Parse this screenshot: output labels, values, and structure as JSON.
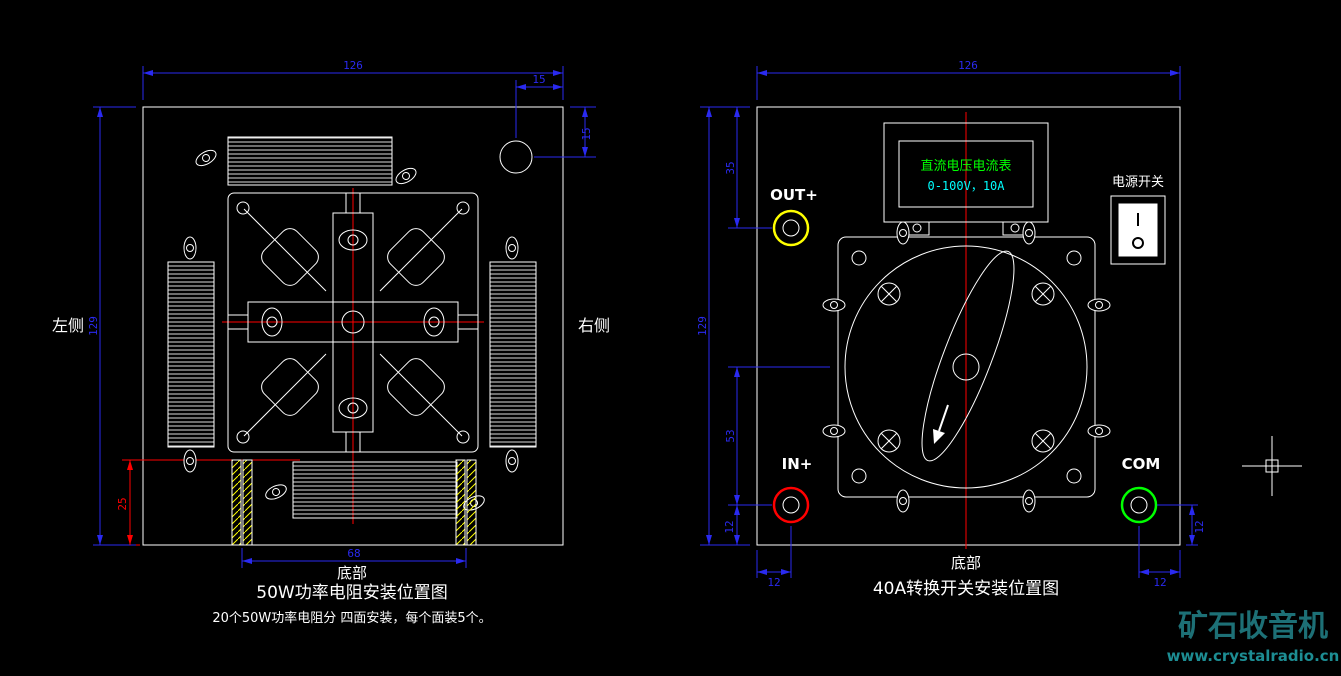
{
  "left_drawing": {
    "dims": {
      "width": "126",
      "height": "129",
      "hole_offset_h": "15",
      "hole_offset_v": "15",
      "resistor_offset": "25",
      "strip_span": "68"
    },
    "labels": {
      "left": "左侧",
      "right": "右侧",
      "bottom": "底部"
    },
    "title": "50W功率电阻安装位置图",
    "subtitle": "20个50W功率电阻分 四面安装，每个面装5个。"
  },
  "right_drawing": {
    "dims": {
      "width": "126",
      "height": "129",
      "out_offset": "35",
      "in_offset": "53",
      "edge_v_left": "12",
      "edge_v_right": "12",
      "edge_h_left": "12",
      "edge_h_right": "12"
    },
    "meter": {
      "line1": "直流电压电流表",
      "line2": "0-100V，10A"
    },
    "labels": {
      "power_switch": "电源开关",
      "out": "OUT+",
      "in": "IN+",
      "com": "COM",
      "bottom": "底部"
    },
    "title": "40A转换开关安装位置图"
  },
  "watermark": {
    "title": "矿石收音机",
    "url": "www.crystalradio.cn"
  },
  "colors": {
    "line": "#ffffff",
    "dimension": "#2a2af0",
    "centerline": "#ff0000",
    "hatch": "#ffff00",
    "out_terminal": "#ffff00",
    "in_terminal": "#ff0000",
    "com_terminal": "#00ff00"
  }
}
